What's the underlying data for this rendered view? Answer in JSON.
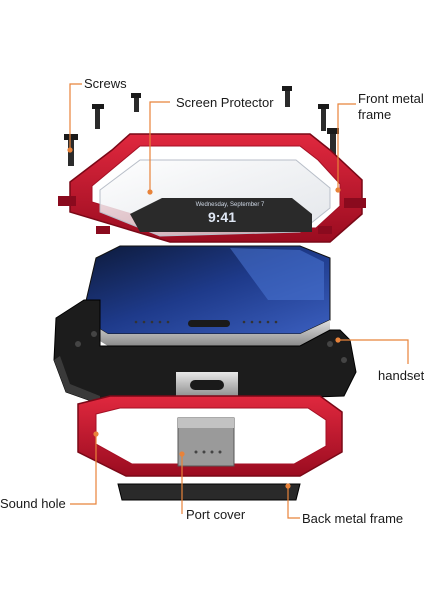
{
  "labels": {
    "screws": "Screws",
    "screen_protector": "Screen Protector",
    "front_frame_line1": "Front metal",
    "front_frame_line2": "frame",
    "handset": "handset",
    "sound_hole": "Sound hole",
    "port_cover": "Port cover",
    "back_frame": "Back metal frame"
  },
  "phone_screen": {
    "status_text": "Wednesday, September 7",
    "time": "9:41"
  },
  "colors": {
    "frame_red": "#c8102e",
    "frame_dark_red": "#8a0a1e",
    "leader_orange": "#e8833a",
    "screen_blue": "#1e3a8a",
    "case_black": "#1c1c1c",
    "silver": "#c9c9c9"
  }
}
